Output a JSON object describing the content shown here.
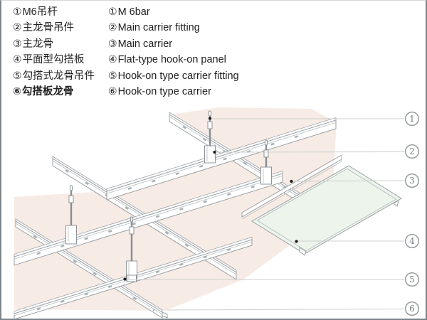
{
  "legend": {
    "items": [
      {
        "num": "①",
        "zh": "M6吊杆",
        "en": "M 6bar"
      },
      {
        "num": "②",
        "zh": "主龙骨吊件",
        "en": "Main carrier fitting"
      },
      {
        "num": "③",
        "zh": "主龙骨",
        "en": "Main carrier"
      },
      {
        "num": "④",
        "zh": "平面型勾搭板",
        "en": "Flat-type hook-on panel"
      },
      {
        "num": "⑤",
        "zh": "勾搭式龙骨吊件",
        "en": "Hook-on type carrier fitting"
      },
      {
        "num": "⑥",
        "zh": "勾搭板龙骨",
        "en": "Hook-on type carrier"
      }
    ]
  },
  "diagram": {
    "callouts": [
      {
        "label": "1"
      },
      {
        "label": "2"
      },
      {
        "label": "3"
      },
      {
        "label": "4"
      },
      {
        "label": "5"
      },
      {
        "label": "6"
      }
    ],
    "colors": {
      "panel_pink": "#f7ebe5",
      "panel_green": "#ecf4ec",
      "rail_line": "#9aa1a5",
      "leader": "#cbd0cc",
      "callout_ring": "#8e9697"
    }
  }
}
